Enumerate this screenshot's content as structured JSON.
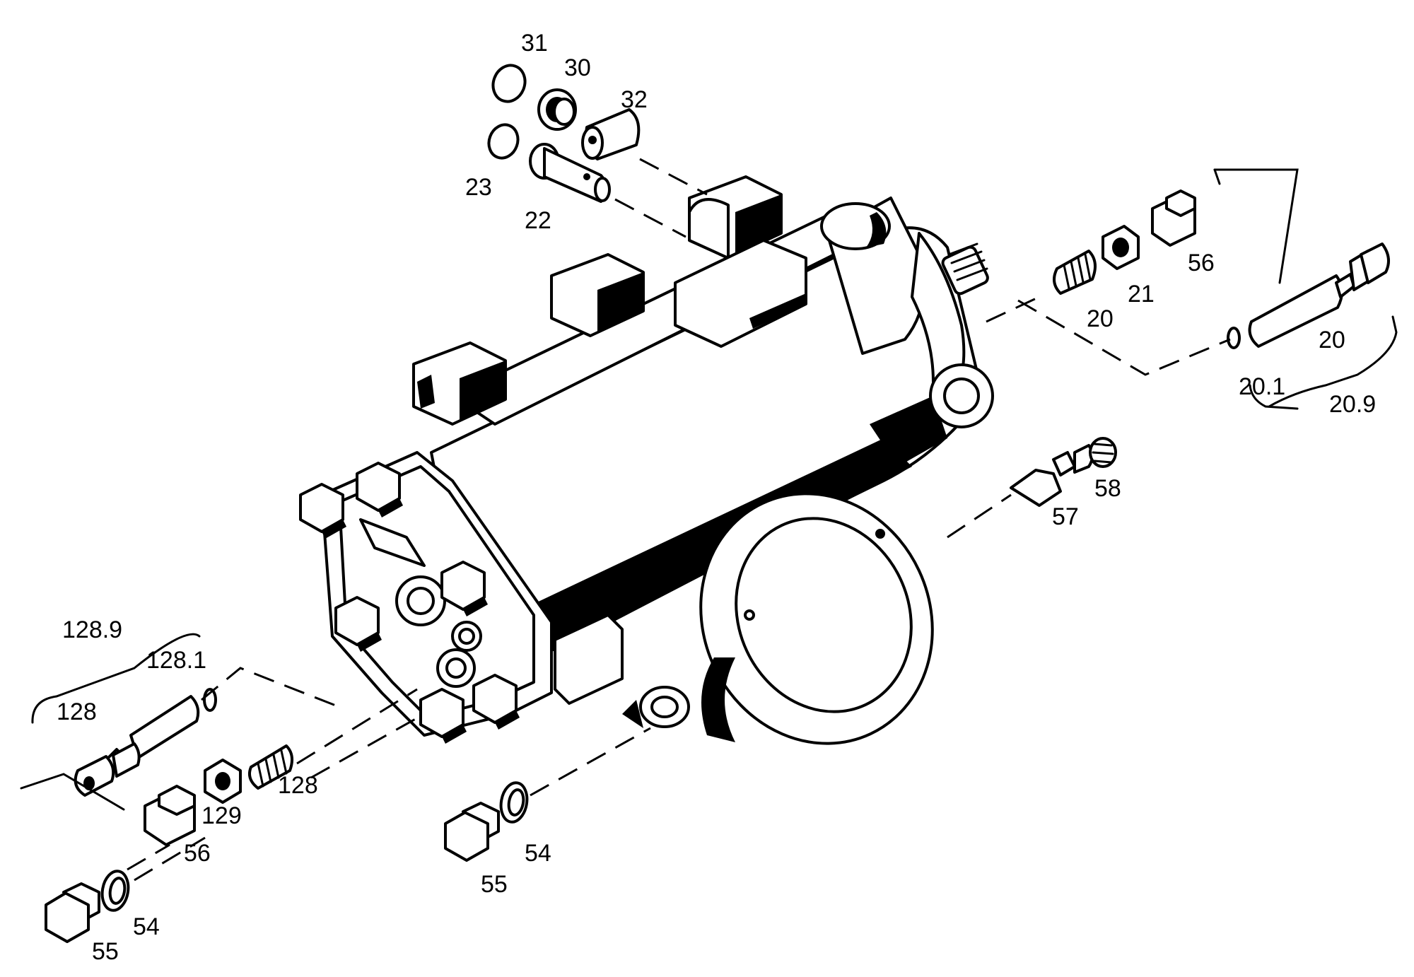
{
  "diagram": {
    "labels": {
      "l31": "31",
      "l30": "30",
      "l32": "32",
      "l23": "23",
      "l22": "22",
      "l56_top": "56",
      "l21": "21",
      "l20_left": "20",
      "l20_right": "20",
      "l20_1": "20.1",
      "l20_9": "20.9",
      "l58": "58",
      "l57": "57",
      "l128_9": "128.9",
      "l128_1": "128.1",
      "l128_left": "128",
      "l128_mid": "128",
      "l129": "129",
      "l56_bottom": "56",
      "l54_left": "54",
      "l55_left": "55",
      "l54_mid": "54",
      "l55_mid": "55"
    }
  }
}
